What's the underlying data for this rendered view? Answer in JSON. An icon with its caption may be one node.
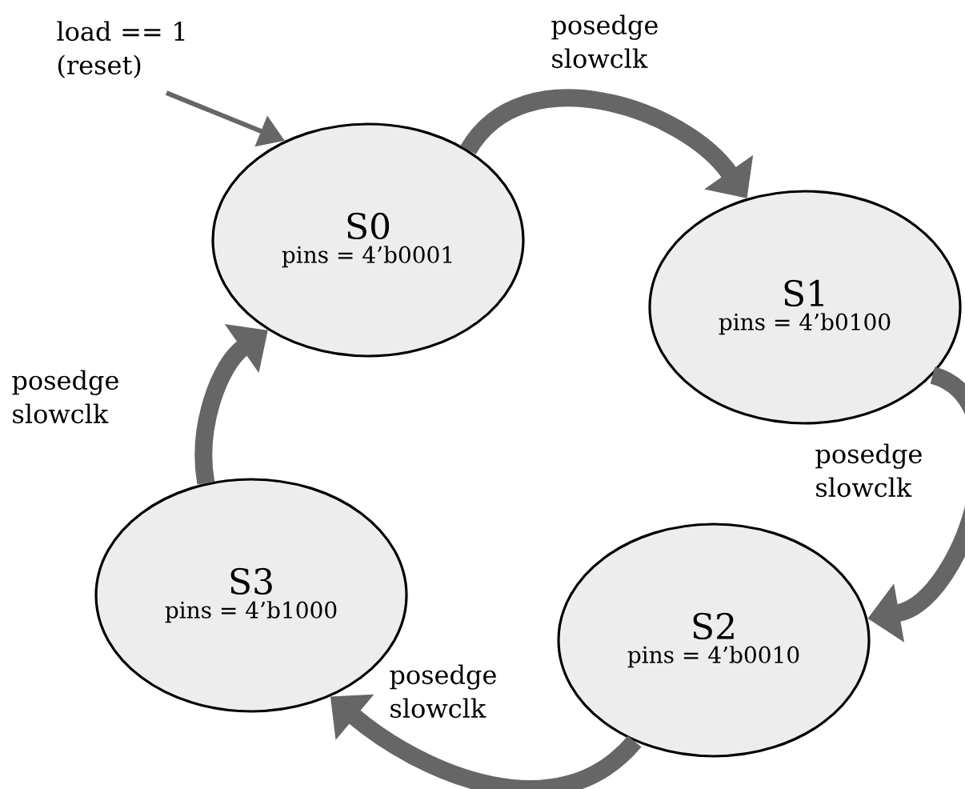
{
  "diagram": {
    "nodes": [
      {
        "text": [
          "S0",
          "pins = 4’b0001"
        ]
      },
      {
        "text": [
          "S1",
          "pins = 4’b0100"
        ]
      },
      {
        "text": [
          "S2",
          "pins = 4’b0010"
        ]
      },
      {
        "text": [
          "S3",
          "pins = 4’b1000"
        ]
      },
      {
        "text": [
          "load == 1 (reset)"
        ]
      }
    ],
    "edges": [
      {
        "from": 4,
        "to": 0,
        "arrow": "to"
      },
      {
        "from": 0,
        "to": 1,
        "arrow": "to",
        "label": "posedge slowclk"
      },
      {
        "from": 1,
        "to": 2,
        "arrow": "to",
        "label": "posedge slowclk"
      },
      {
        "from": 2,
        "to": 3,
        "arrow": "to",
        "label": "posedge slowclk"
      },
      {
        "from": 3,
        "to": 0,
        "arrow": "to",
        "label": "posedge slowclk"
      }
    ]
  }
}
